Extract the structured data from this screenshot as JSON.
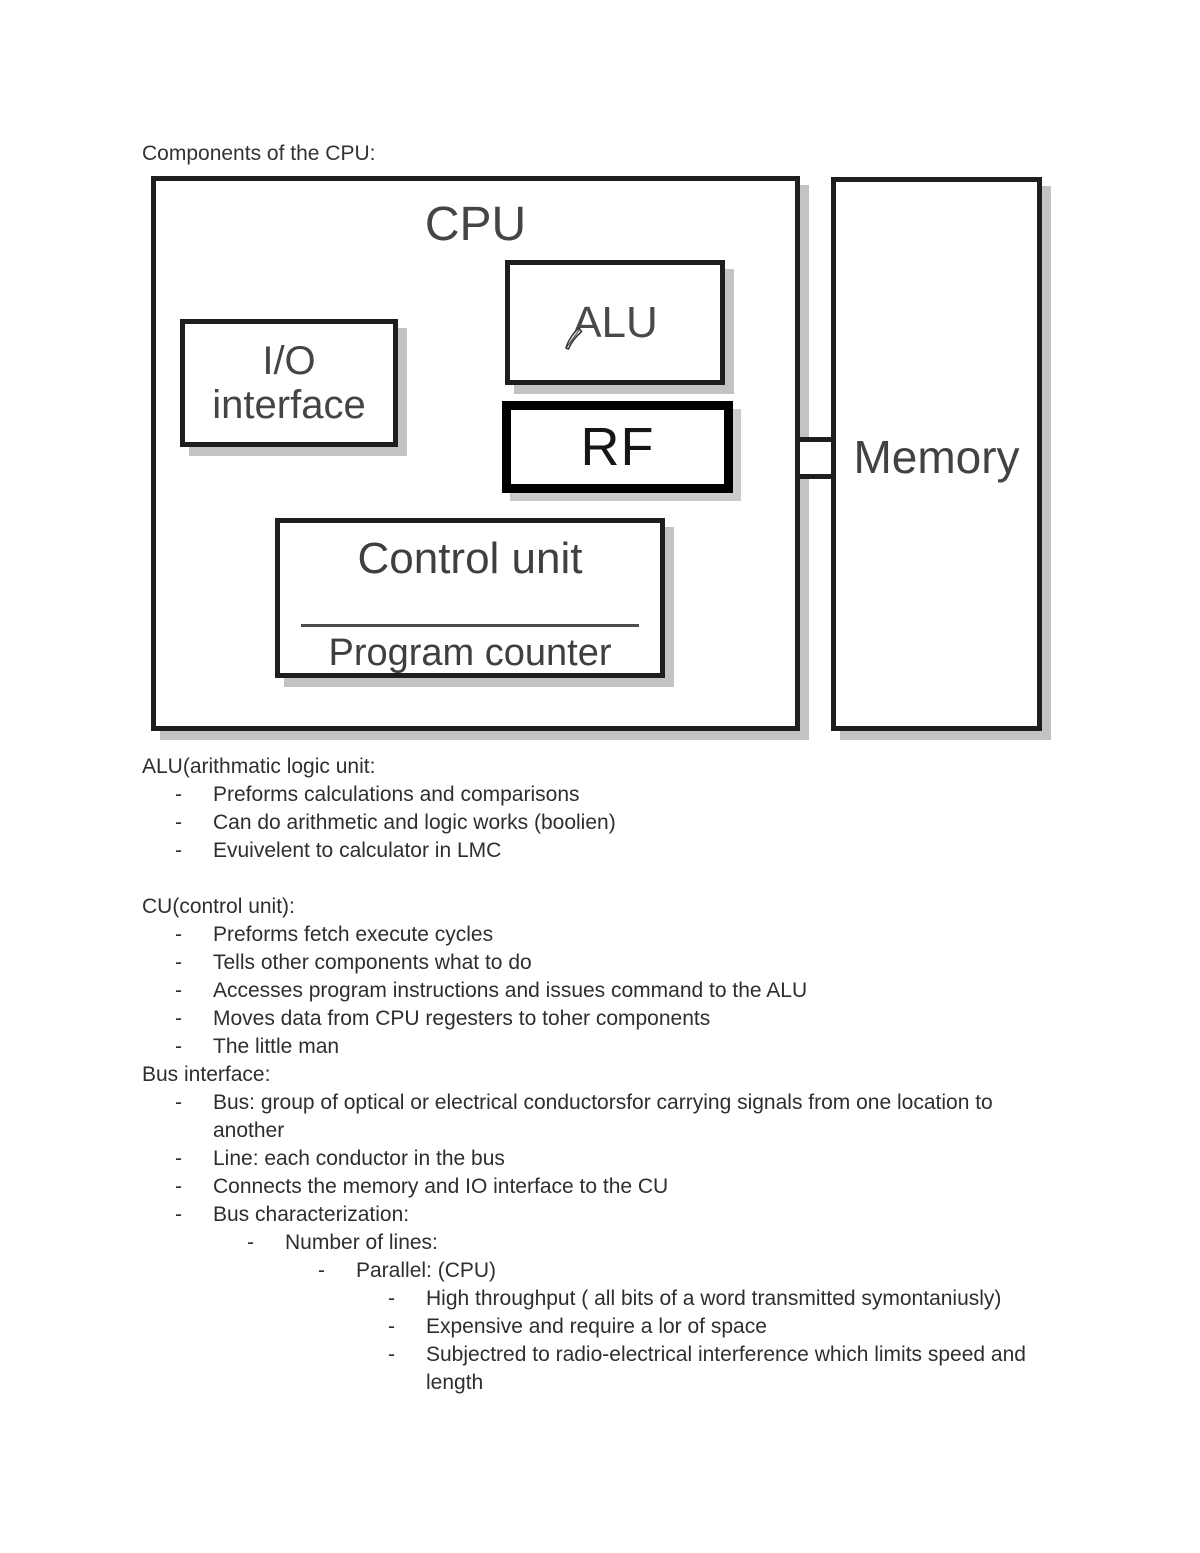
{
  "title": "Components of the CPU:",
  "diagram": {
    "cpu_label": "CPU",
    "alu_label": "ALU",
    "rf_label": "RF",
    "io_label_line1": "I/O",
    "io_label_line2": "interface",
    "control_unit_label": "Control unit",
    "program_counter_label": "Program counter",
    "memory_label": "Memory",
    "icons": {
      "pencil_cursor": "pencil-cursor-icon"
    },
    "colors": {
      "box_border": "#1e1e1e",
      "rf_border": "#000000",
      "shadow": "#c3c3c3",
      "label_text": "#454545"
    }
  },
  "notes": {
    "bullet_char": "-",
    "sections": [
      {
        "header": "ALU(arithmatic logic unit:",
        "gap_before": false,
        "items": [
          {
            "level": 1,
            "lines": [
              "Preforms calculations and comparisons"
            ]
          },
          {
            "level": 1,
            "lines": [
              "Can do arithmetic and logic works (boolien)"
            ]
          },
          {
            "level": 1,
            "lines": [
              "Evuivelent to calculator in LMC"
            ]
          }
        ]
      },
      {
        "header": "CU(control unit):",
        "gap_before": true,
        "items": [
          {
            "level": 1,
            "lines": [
              "Preforms fetch execute cycles"
            ]
          },
          {
            "level": 1,
            "lines": [
              "Tells other components what to do"
            ]
          },
          {
            "level": 1,
            "lines": [
              "Accesses program instructions and issues command to the ALU"
            ]
          },
          {
            "level": 1,
            "lines": [
              "Moves data from CPU regesters to toher components"
            ]
          },
          {
            "level": 1,
            "lines": [
              "The little man"
            ]
          }
        ]
      },
      {
        "header": "Bus interface:",
        "gap_before": false,
        "items": [
          {
            "level": 1,
            "lines": [
              "Bus: group of optical or electrical conductorsfor carrying signals from one location to",
              "another"
            ]
          },
          {
            "level": 1,
            "lines": [
              "Line: each conductor in the bus"
            ]
          },
          {
            "level": 1,
            "lines": [
              "Connects the memory and IO interface to the CU"
            ]
          },
          {
            "level": 1,
            "lines": [
              "Bus characterization:"
            ]
          },
          {
            "level": 2,
            "lines": [
              "Number of lines:"
            ]
          },
          {
            "level": 3,
            "lines": [
              "Parallel: (CPU)"
            ]
          },
          {
            "level": 4,
            "lines": [
              "High throughput ( all bits of a word transmitted symontaniusly)"
            ]
          },
          {
            "level": 4,
            "lines": [
              "Expensive and require a lor of space"
            ]
          },
          {
            "level": 4,
            "lines": [
              "Subjectred to radio-electrical interference which limits speed and",
              "length"
            ]
          }
        ]
      }
    ]
  }
}
